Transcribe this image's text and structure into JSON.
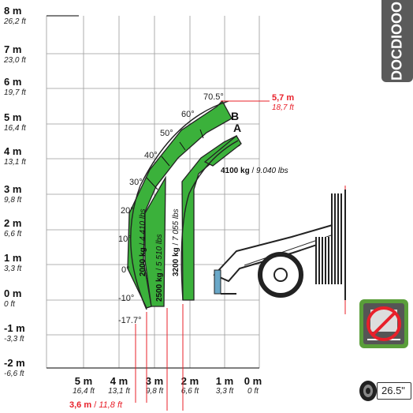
{
  "brand_code": "DOCDIOOO",
  "y_axis": [
    {
      "m": "8 m",
      "ft": "26,2 ft"
    },
    {
      "m": "7 m",
      "ft": "23,0 ft"
    },
    {
      "m": "6 m",
      "ft": "19,7 ft"
    },
    {
      "m": "5 m",
      "ft": "16,4 ft"
    },
    {
      "m": "4 m",
      "ft": "13,1 ft"
    },
    {
      "m": "3 m",
      "ft": "9,8 ft"
    },
    {
      "m": "2 m",
      "ft": "6,6 ft"
    },
    {
      "m": "1 m",
      "ft": "3,3 ft"
    },
    {
      "m": "0 m",
      "ft": "0 ft"
    },
    {
      "m": "-1 m",
      "ft": "-3,3 ft"
    },
    {
      "m": "-2 m",
      "ft": "-6,6 ft"
    }
  ],
  "x_axis": [
    {
      "m": "5 m",
      "ft": "16,4 ft"
    },
    {
      "m": "4 m",
      "ft": "13,1 ft"
    },
    {
      "m": "3 m",
      "ft": "9,8 ft"
    },
    {
      "m": "2 m",
      "ft": "6,6 ft"
    },
    {
      "m": "1 m",
      "ft": "3,3 ft"
    },
    {
      "m": "0 m",
      "ft": "0 ft"
    }
  ],
  "angles": [
    "70.5°",
    "60°",
    "50°",
    "40°",
    "30°",
    "20°",
    "10°",
    "0°",
    "-10°",
    "-17.7°"
  ],
  "arc_labels": {
    "a": "A",
    "b": "B"
  },
  "max_height": {
    "m": "5,7 m",
    "ft": "18,7 ft"
  },
  "max_reach": {
    "m": "3,6 m",
    "ft": "11,8 ft"
  },
  "loads": [
    {
      "kg": "2000 kg",
      "lbs": "4 410 lbs"
    },
    {
      "kg": "2500 kg",
      "lbs": "5 510 lbs"
    },
    {
      "kg": "3200 kg",
      "lbs": "7 055 lbs"
    },
    {
      "kg": "4100 kg",
      "lbs": "9.040 lbs"
    }
  ],
  "tire_size": "26.5\"",
  "colors": {
    "zone_green": "#3bb13b",
    "accent_red": "#e8202a",
    "icon_green": "#5a9e3a",
    "grid": "#9a9a9a"
  },
  "icons": [
    "no-outriggers-icon",
    "tire-icon",
    "telehandler-icon"
  ]
}
